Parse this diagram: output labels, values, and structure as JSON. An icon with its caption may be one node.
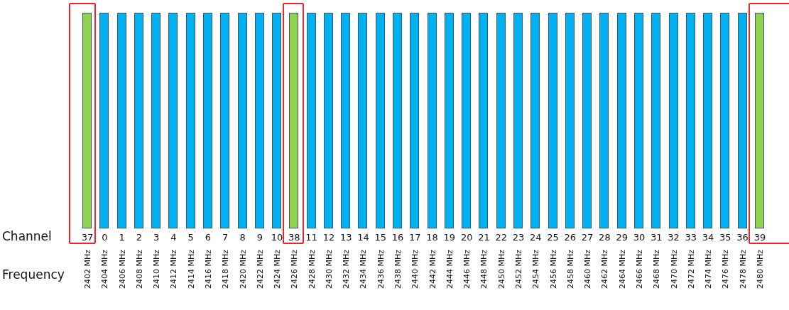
{
  "diagram": {
    "nodes": [
      {
        "text": [
          "37"
        ],
        "beside": [
          "2402 MHz"
        ]
      },
      {
        "text": [
          "0"
        ],
        "beside": [
          "2404 MHz"
        ]
      },
      {
        "text": [
          "1"
        ],
        "beside": [
          "2406 MHz"
        ]
      },
      {
        "text": [
          "2"
        ],
        "beside": [
          "2408 MHz"
        ]
      },
      {
        "text": [
          "3"
        ],
        "beside": [
          "2410 MHz"
        ]
      },
      {
        "text": [
          "4"
        ],
        "beside": [
          "2412 MHz"
        ]
      },
      {
        "text": [
          "5"
        ],
        "beside": [
          "2414 MHz"
        ]
      },
      {
        "text": [
          "6"
        ],
        "beside": [
          "2416 MHz"
        ]
      },
      {
        "text": [
          "7"
        ],
        "beside": [
          "2418 MHz"
        ]
      },
      {
        "text": [
          "8"
        ],
        "beside": [
          "2420 MHz"
        ]
      },
      {
        "text": [
          "9"
        ],
        "beside": [
          "2422 MHz"
        ]
      },
      {
        "text": [
          "10"
        ],
        "beside": [
          "2424 MHz"
        ]
      },
      {
        "text": [
          "38"
        ],
        "beside": [
          "2426 MHz"
        ]
      },
      {
        "text": [
          "11"
        ],
        "beside": [
          "2428 MHz"
        ]
      },
      {
        "text": [
          "12"
        ],
        "beside": [
          "2430 MHz"
        ]
      },
      {
        "text": [
          "13"
        ],
        "beside": [
          "2432 MHz"
        ]
      },
      {
        "text": [
          "14"
        ],
        "beside": [
          "2434 MHz"
        ]
      },
      {
        "text": [
          "15"
        ],
        "beside": [
          "2436 MHz"
        ]
      },
      {
        "text": [
          "16"
        ],
        "beside": [
          "2438 MHz"
        ]
      },
      {
        "text": [
          "17"
        ],
        "beside": [
          "2440 MHz"
        ]
      },
      {
        "text": [
          "18"
        ],
        "beside": [
          "2442 MHz"
        ]
      },
      {
        "text": [
          "19"
        ],
        "beside": [
          "2444 MHz"
        ]
      },
      {
        "text": [
          "20"
        ],
        "beside": [
          "2446 MHz"
        ]
      },
      {
        "text": [
          "21"
        ],
        "beside": [
          "2448 MHz"
        ]
      },
      {
        "text": [
          "22"
        ],
        "beside": [
          "2450 MHz"
        ]
      },
      {
        "text": [
          "23"
        ],
        "beside": [
          "2452 MHz"
        ]
      },
      {
        "text": [
          "24"
        ],
        "beside": [
          "2454 MHz"
        ]
      },
      {
        "text": [
          "25"
        ],
        "beside": [
          "2456 MHz"
        ]
      },
      {
        "text": [
          "26"
        ],
        "beside": [
          "2458 MHz"
        ]
      },
      {
        "text": [
          "27"
        ],
        "beside": [
          "2460 MHz"
        ]
      },
      {
        "text": [
          "28"
        ],
        "beside": [
          "2462 MHz"
        ]
      },
      {
        "text": [
          "29"
        ],
        "beside": [
          "2464 MHz"
        ]
      },
      {
        "text": [
          "30"
        ],
        "beside": [
          "2466 MHz"
        ]
      },
      {
        "text": [
          "31"
        ],
        "beside": [
          "2468 MHz"
        ]
      },
      {
        "text": [
          "32"
        ],
        "beside": [
          "2470 MHz"
        ]
      },
      {
        "text": [
          "33"
        ],
        "beside": [
          "2472 MHz"
        ]
      },
      {
        "text": [
          "34"
        ],
        "beside": [
          "2474 MHz"
        ]
      },
      {
        "text": [
          "35"
        ],
        "beside": [
          "2476 MHz"
        ]
      },
      {
        "text": [
          "36"
        ],
        "beside": [
          "2478 MHz"
        ]
      },
      {
        "text": [
          "39"
        ],
        "beside": [
          "2480 MHz"
        ]
      }
    ],
    "labels": [
      "Channel",
      "Frequency"
    ]
  }
}
